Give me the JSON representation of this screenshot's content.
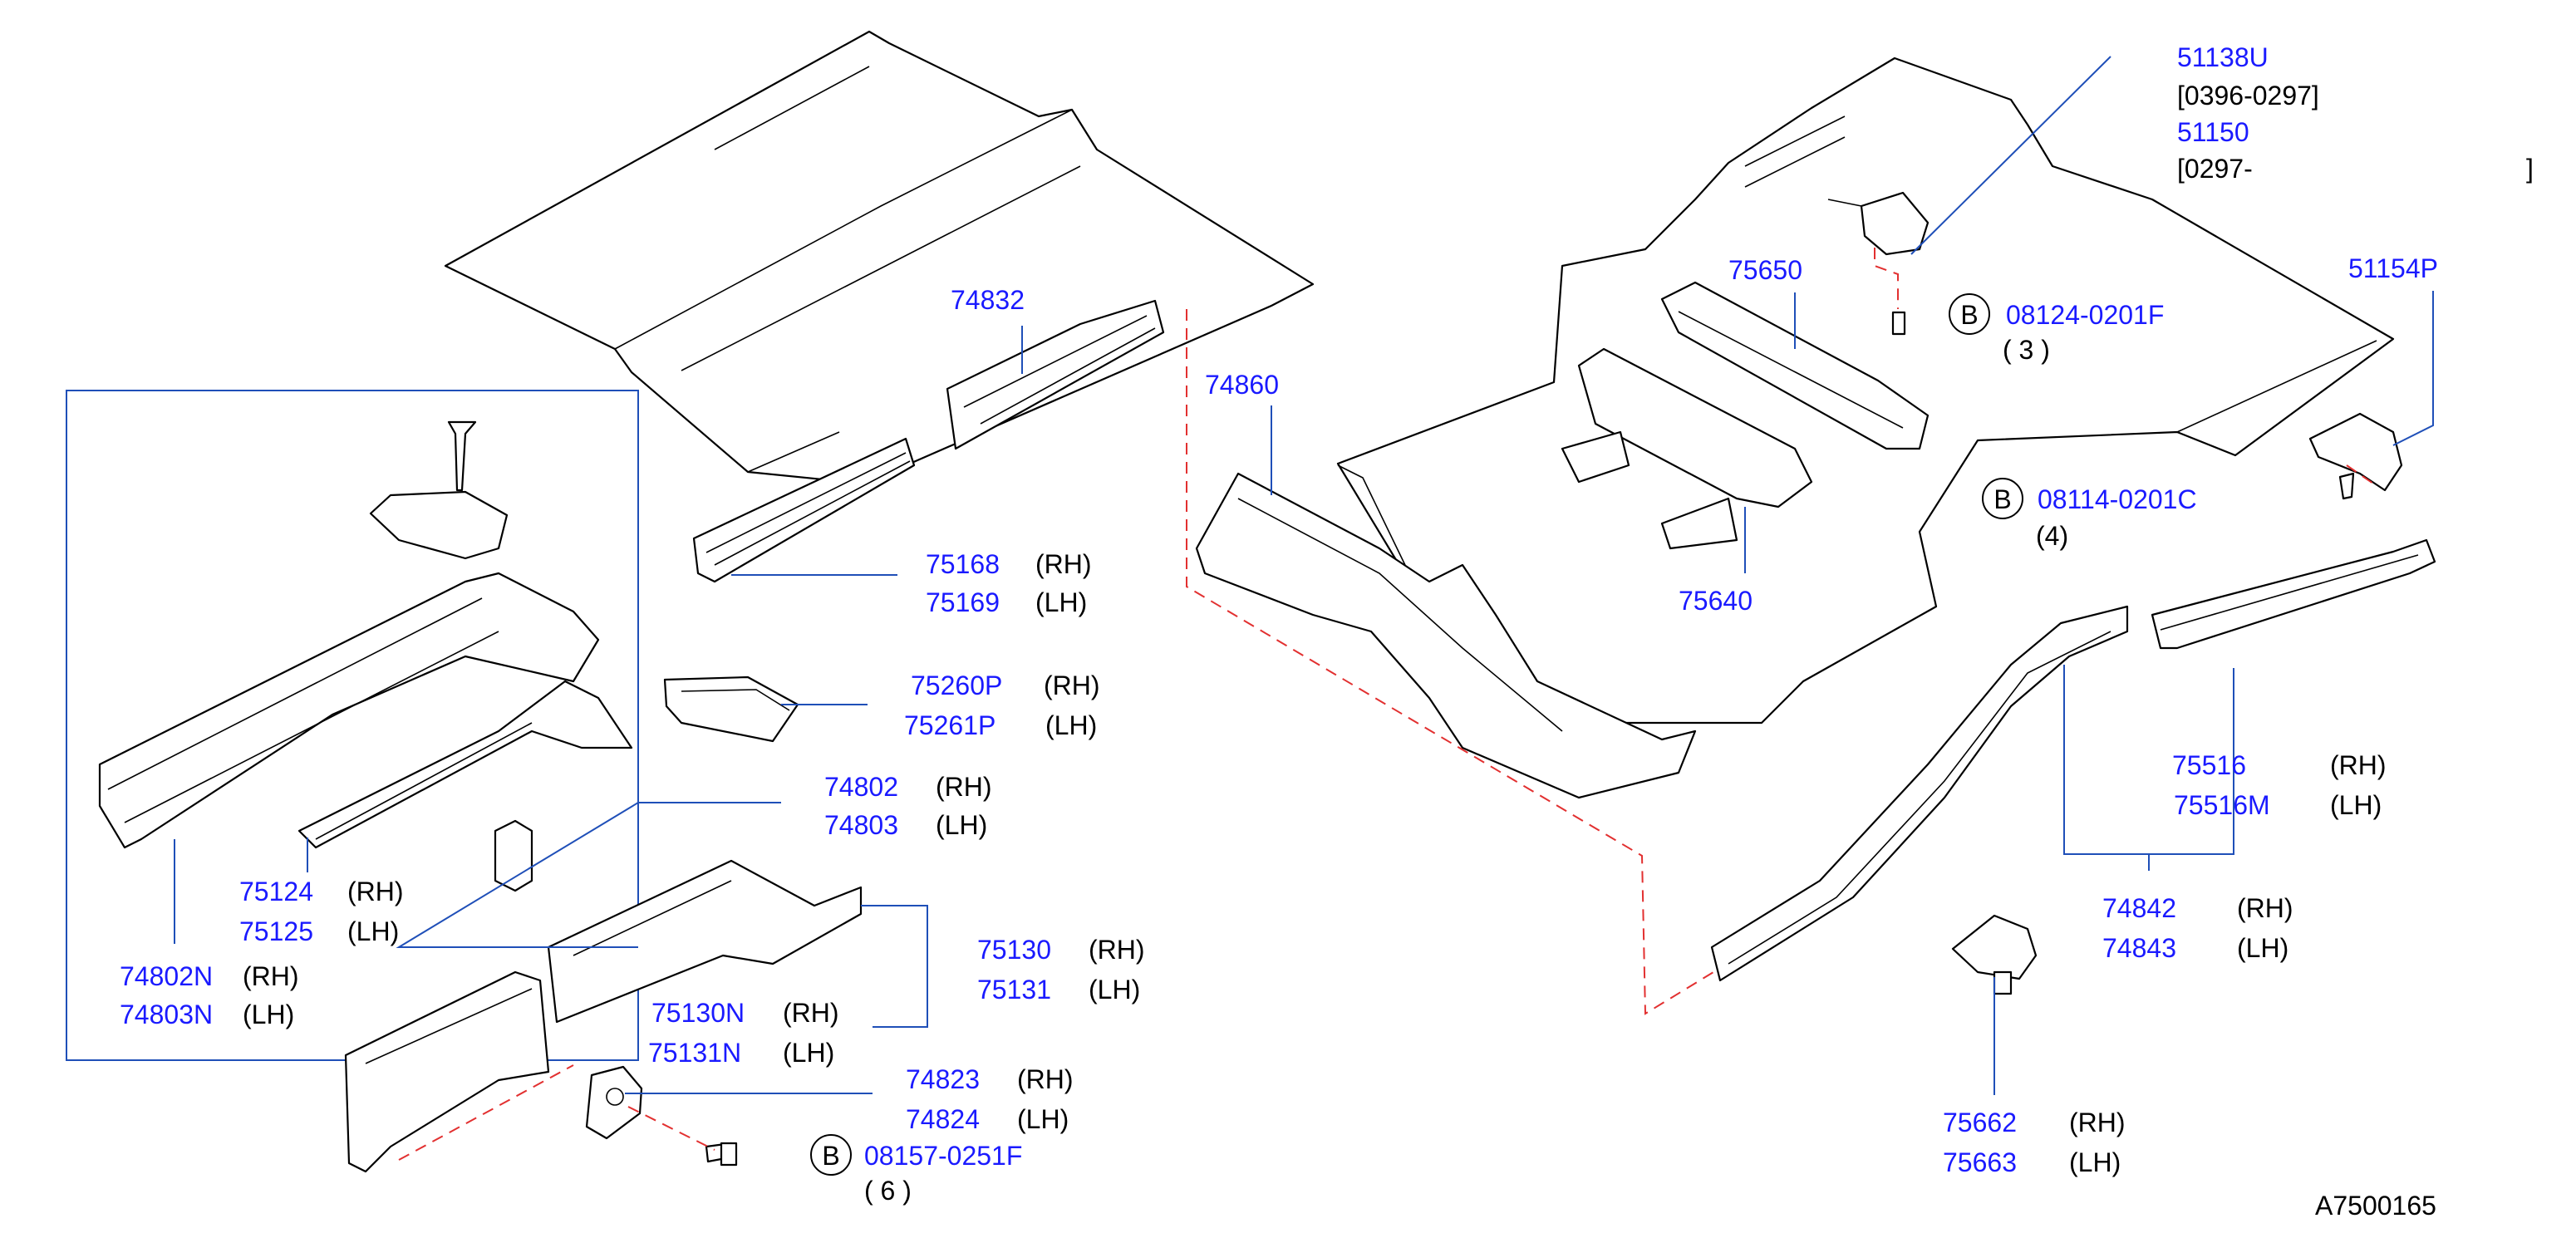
{
  "diagram_id": "A7500165",
  "callouts": {
    "p51138U": {
      "part": "51138U",
      "note": "[0396-0297]"
    },
    "p51150": {
      "part": "51150",
      "note": "[0297-",
      "note_end": "]"
    },
    "p51154P": {
      "part": "51154P"
    },
    "p74832": {
      "part": "74832"
    },
    "p75650": {
      "part": "75650"
    },
    "p74860": {
      "part": "74860"
    },
    "p75640": {
      "part": "75640"
    },
    "b08124": {
      "badge": "B",
      "part": "08124-0201F",
      "qty": "( 3 )"
    },
    "b08114": {
      "badge": "B",
      "part": "08114-0201C",
      "qty": "(4)"
    },
    "b08157": {
      "badge": "B",
      "part": "08157-0251F",
      "qty": "( 6 )"
    },
    "pair75168": {
      "rh": "75168",
      "lh": "75169",
      "rh_label": "(RH)",
      "lh_label": "(LH)"
    },
    "pair75260": {
      "rh": "75260P",
      "lh": "75261P",
      "rh_label": "(RH)",
      "lh_label": "(LH)"
    },
    "pair74802": {
      "rh": "74802",
      "lh": "74803",
      "rh_label": "(RH)",
      "lh_label": "(LH)"
    },
    "pair75124": {
      "rh": "75124",
      "lh": "75125",
      "rh_label": "(RH)",
      "lh_label": "(LH)"
    },
    "pair74802N": {
      "rh": "74802N",
      "lh": "74803N",
      "rh_label": "(RH)",
      "lh_label": "(LH)"
    },
    "pair75130": {
      "rh": "75130",
      "lh": "75131",
      "rh_label": "(RH)",
      "lh_label": "(LH)"
    },
    "pair75130N": {
      "rh": "75130N",
      "lh": "75131N",
      "rh_label": "(RH)",
      "lh_label": "(LH)"
    },
    "pair74823": {
      "rh": "74823",
      "lh": "74824",
      "rh_label": "(RH)",
      "lh_label": "(LH)"
    },
    "pair75516": {
      "rh": "75516",
      "lh": "75516M",
      "rh_label": "(RH)",
      "lh_label": "(LH)"
    },
    "pair74842": {
      "rh": "74842",
      "lh": "74843",
      "rh_label": "(RH)",
      "lh_label": "(LH)"
    },
    "pair75662": {
      "rh": "75662",
      "lh": "75663",
      "rh_label": "(RH)",
      "lh_label": "(LH)"
    }
  },
  "colors": {
    "part_number": "#1a1aff",
    "leader": "#1f4fb8",
    "dashed_line": "#e23030",
    "outline": "#000000"
  }
}
